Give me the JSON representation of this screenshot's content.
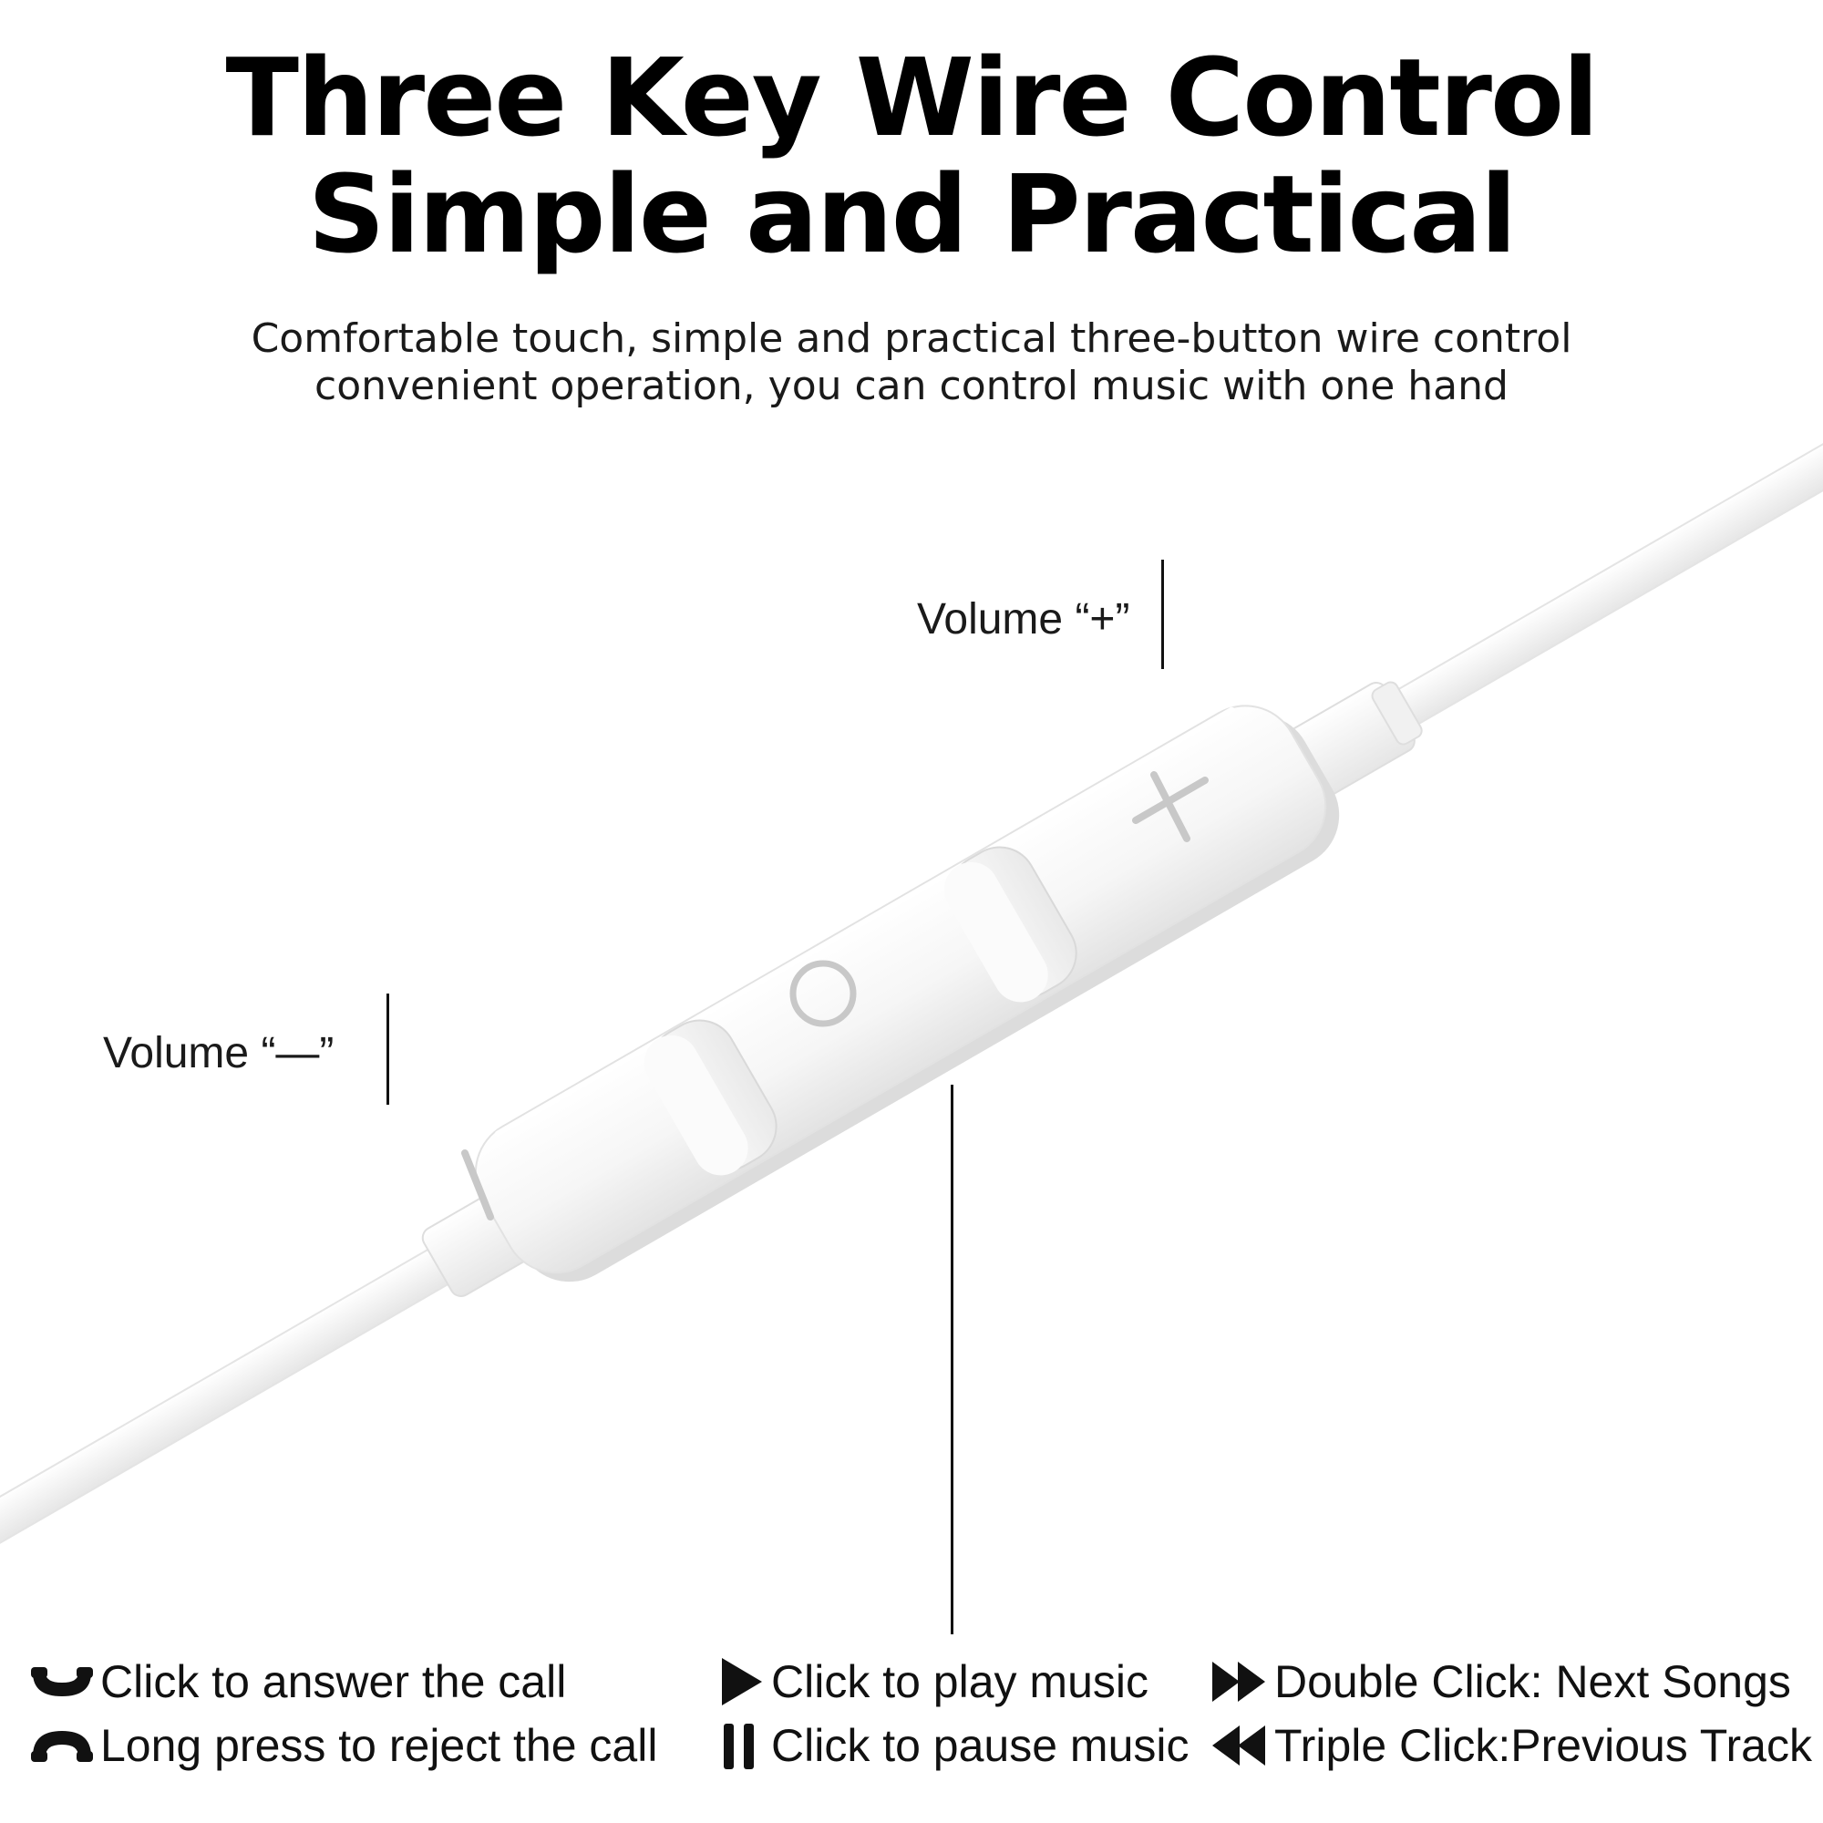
{
  "header": {
    "title_line1": "Three Key Wire Control",
    "title_line2": "Simple and Practical",
    "subtitle_line1": "Comfortable touch, simple and practical three-button wire control",
    "subtitle_line2": "convenient operation, you can control music with one hand"
  },
  "callouts": {
    "volume_up": "Volume “+”",
    "volume_down": "Volume “—”"
  },
  "legend": {
    "answer_call": "Click to answer the call",
    "reject_call": "Long press to reject the call",
    "play_music": "Click to play music",
    "pause_music": "Click to pause music",
    "next_songs": "Double Click: Next Songs",
    "previous_track": "Triple Click:Previous Track"
  },
  "icons": {
    "answer": "phone-answer-icon",
    "reject": "phone-reject-icon",
    "play": "play-icon",
    "pause": "pause-icon",
    "next": "fast-forward-icon",
    "previous": "rewind-icon"
  },
  "colors": {
    "background": "#ffffff",
    "text": "#111111",
    "remote_body": "#f7f7f7",
    "remote_shadow": "#dcdcdc",
    "symbol": "#c8c8c8"
  }
}
